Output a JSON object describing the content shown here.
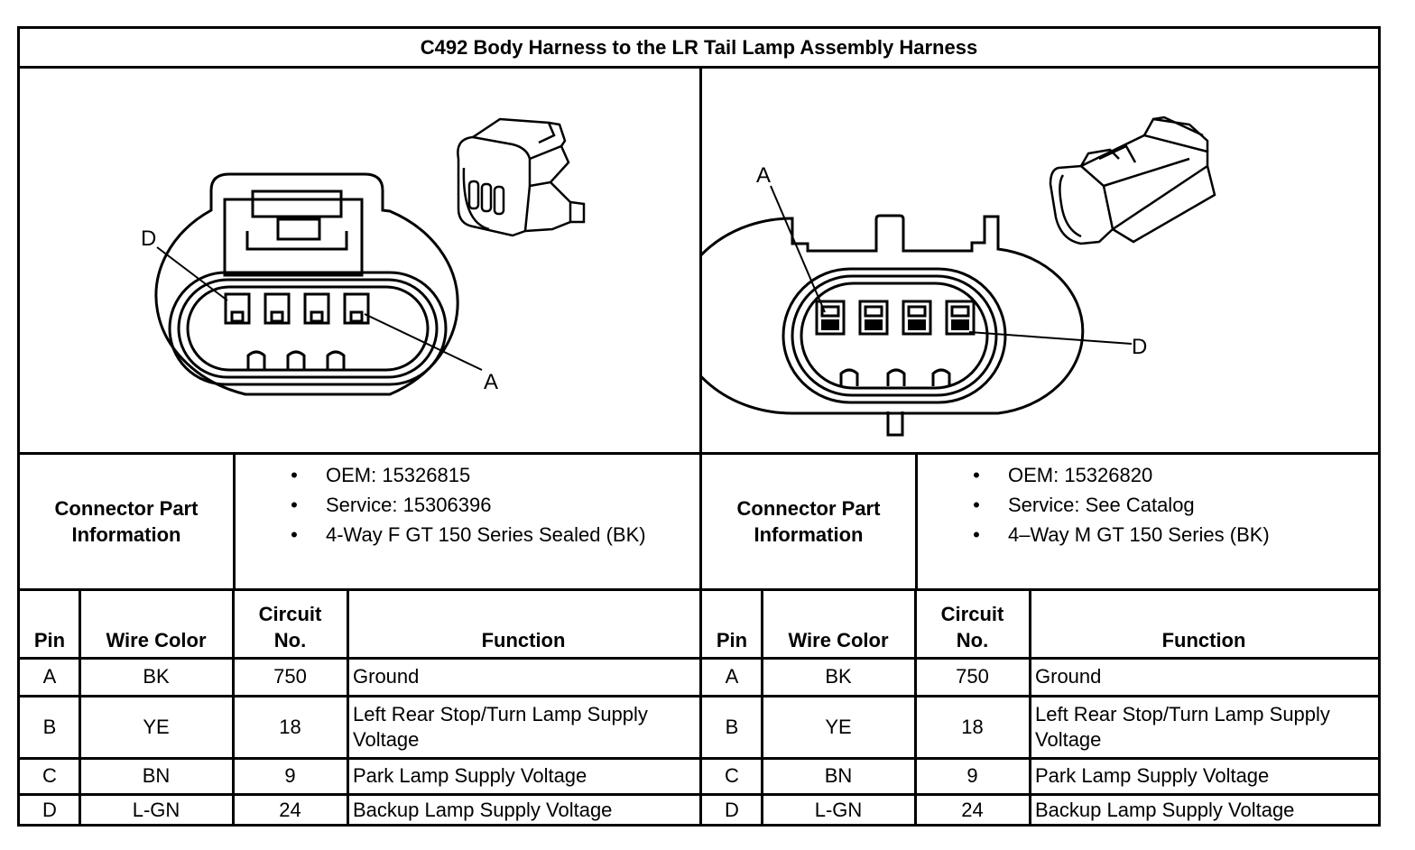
{
  "title": "C492 Body Harness to the LR Tail Lamp Assembly Harness",
  "left": {
    "callouts": {
      "top": "D",
      "bottom": "A"
    },
    "part_label_line1": "Connector Part",
    "part_label_line2": "Information",
    "bullet_char": "•",
    "bullets": [
      "OEM: 15326815",
      "Service: 15306396",
      "4-Way F GT 150 Series Sealed (BK)"
    ]
  },
  "right": {
    "callouts": {
      "top": "A",
      "bottom": "D"
    },
    "part_label_line1": "Connector Part",
    "part_label_line2": "Information",
    "bullet_char": "•",
    "bullets": [
      "OEM: 15326820",
      "Service: See Catalog",
      "4–Way M GT 150 Series (BK)"
    ]
  },
  "headers": {
    "pin": "Pin",
    "wire_color": "Wire Color",
    "circuit_line1": "Circuit",
    "circuit_line2": "No.",
    "function": "Function"
  },
  "rows": [
    {
      "pin": "A",
      "color": "BK",
      "circuit": "750",
      "function_line1": "Ground",
      "function_line2": ""
    },
    {
      "pin": "B",
      "color": "YE",
      "circuit": "18",
      "function_line1": "Left Rear Stop/Turn Lamp Supply",
      "function_line2": "Voltage"
    },
    {
      "pin": "C",
      "color": "BN",
      "circuit": "9",
      "function_line1": "Park Lamp Supply Voltage",
      "function_line2": ""
    },
    {
      "pin": "D",
      "color": "L-GN",
      "circuit": "24",
      "function_line1": "Backup Lamp Supply Voltage",
      "function_line2": ""
    }
  ]
}
